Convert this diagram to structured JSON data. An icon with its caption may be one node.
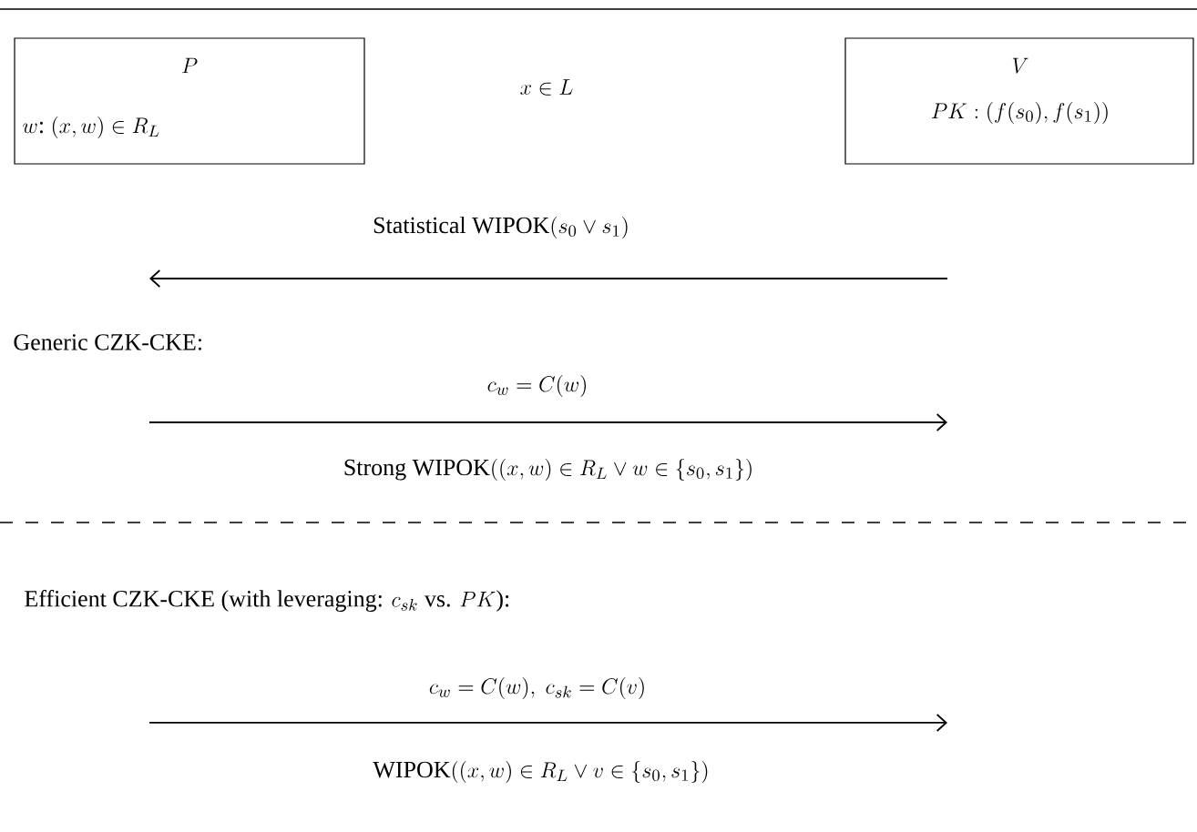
{
  "diagram": {
    "nodes": [
      {
        "text": [
          "P",
          "w\\text{:}\\ (x,w)\\in R_L"
        ]
      },
      {
        "text": [
          "V",
          "PK:(f(s_0),f(s_1))"
        ]
      }
    ],
    "labels": [
      "x\\in L",
      "\\text{Statistical WIPOK}(s_0\\vee s_1)",
      "\\text{Generic CZK-CKE:}",
      "c_w=C(w)",
      "\\text{Strong WIPOK}((x,w)\\in R_L\\vee w\\in\\{s_0,s_1\\})",
      "\\text{Efficient CZK-CKE (with leveraging: }c_{sk}\\text{ vs. }PK\\text{):}",
      "c_w=C(w),\\ c_{sk}=C(v)",
      "\\text{WIPOK}((x,w)\\in R_L\\vee v\\in\\{s_0,s_1\\})"
    ]
  }
}
